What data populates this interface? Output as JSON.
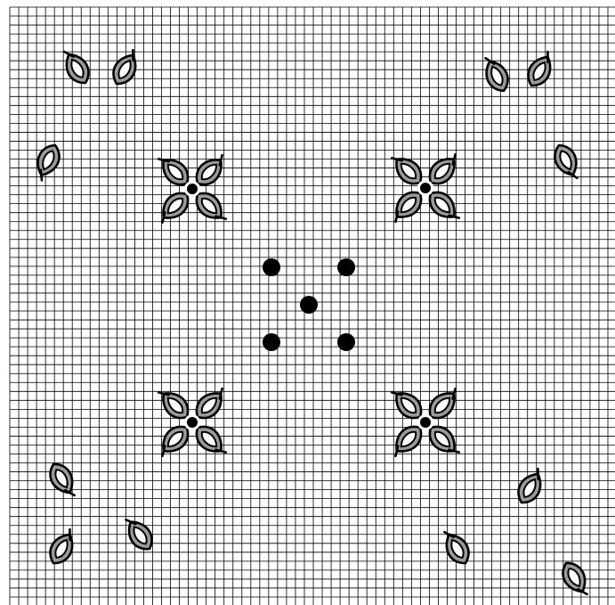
{
  "pattern": {
    "grid": {
      "columns": 68,
      "rows": 67,
      "line_color": "#000000",
      "background": "#ffffff"
    },
    "colors": {
      "stitch_fill": "#9a9a9a",
      "stitch_outline": "#000000",
      "french_knot": "#000000"
    },
    "motifs": [
      {
        "kind": "corner-trio",
        "id": "top-left"
      },
      {
        "kind": "corner-trio",
        "id": "top-right"
      },
      {
        "kind": "corner-trio",
        "id": "bottom-left"
      },
      {
        "kind": "corner-trio",
        "id": "bottom-right"
      },
      {
        "kind": "four-petal-flower",
        "id": "upper-left"
      },
      {
        "kind": "four-petal-flower",
        "id": "upper-right"
      },
      {
        "kind": "four-petal-flower",
        "id": "lower-left"
      },
      {
        "kind": "four-petal-flower",
        "id": "lower-right"
      },
      {
        "kind": "french-knot-quincunx",
        "id": "center"
      }
    ]
  }
}
